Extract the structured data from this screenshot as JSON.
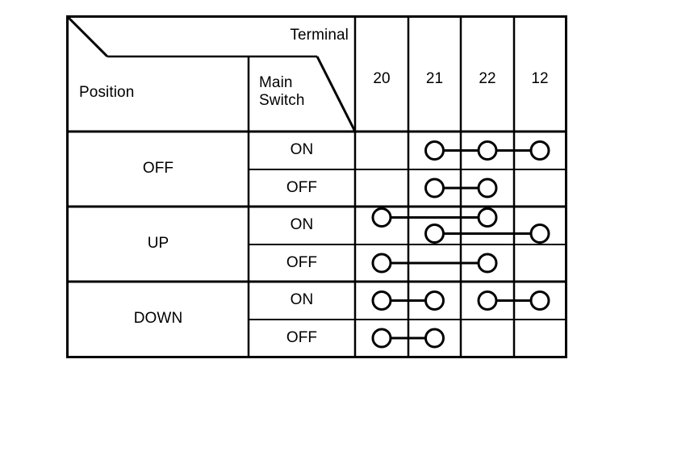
{
  "diagram": {
    "title_corner": {
      "terminal_label": "Terminal",
      "position_label": "Position",
      "main_switch_label": "Main\nSwitch"
    },
    "terminal_columns": [
      "20",
      "21",
      "22",
      "12"
    ],
    "rows": [
      {
        "position": "OFF",
        "main_switch": "ON",
        "connections": [
          {
            "terminals": [
              "21",
              "22",
              "12"
            ],
            "lane": "mid"
          }
        ]
      },
      {
        "position": "OFF",
        "main_switch": "OFF",
        "connections": [
          {
            "terminals": [
              "21",
              "22"
            ],
            "lane": "mid"
          }
        ]
      },
      {
        "position": "UP",
        "main_switch": "ON",
        "connections": [
          {
            "terminals": [
              "20",
              "22"
            ],
            "lane": "upper"
          },
          {
            "terminals": [
              "21",
              "12"
            ],
            "lane": "lower"
          }
        ]
      },
      {
        "position": "UP",
        "main_switch": "OFF",
        "connections": [
          {
            "terminals": [
              "20",
              "22"
            ],
            "lane": "mid"
          }
        ]
      },
      {
        "position": "DOWN",
        "main_switch": "ON",
        "connections": [
          {
            "terminals": [
              "20",
              "21"
            ],
            "lane": "mid"
          },
          {
            "terminals": [
              "22",
              "12"
            ],
            "lane": "mid"
          }
        ]
      },
      {
        "position": "DOWN",
        "main_switch": "OFF",
        "connections": [
          {
            "terminals": [
              "20",
              "21"
            ],
            "lane": "mid"
          }
        ]
      }
    ],
    "position_groups": [
      {
        "label": "OFF",
        "rows": 2
      },
      {
        "label": "UP",
        "rows": 2
      },
      {
        "label": "DOWN",
        "rows": 2
      }
    ],
    "colors": {
      "line": "#000000",
      "text": "#000000",
      "background": "#ffffff",
      "node_fill": "#ffffff"
    }
  }
}
